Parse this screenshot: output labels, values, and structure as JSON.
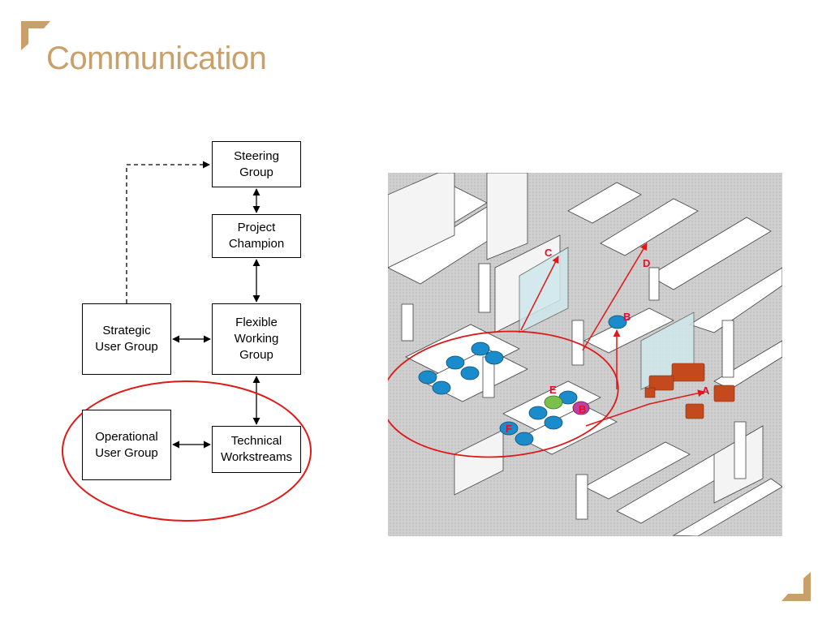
{
  "title": "Communication",
  "colors": {
    "accent": "#c9a06a",
    "highlight_ellipse": "#e01818",
    "person_marker": "#1a8ccc",
    "marker_green": "#7cc04c",
    "marker_magenta": "#c0409a",
    "sofa": "#c44a1e"
  },
  "diagram": {
    "steering": "Steering\nGroup",
    "champion": "Project\nChampion",
    "flexible": "Flexible\nWorking\nGroup",
    "strategic": "Strategic\nUser Group",
    "technical": "Technical\nWorkstreams",
    "operational": "Operational\nUser Group"
  },
  "plan": {
    "labels": [
      "C",
      "D",
      "B",
      "E",
      "B",
      "F",
      "A"
    ]
  }
}
